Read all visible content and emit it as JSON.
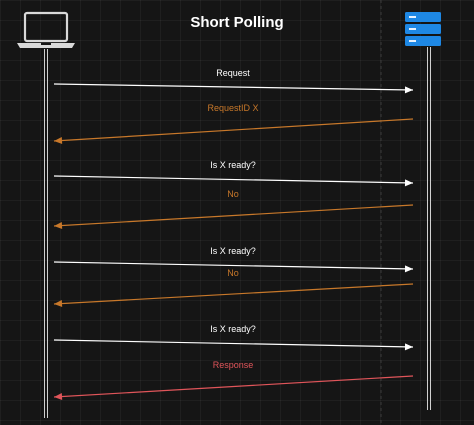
{
  "title": "Short Polling",
  "participants": [
    {
      "role": "client",
      "icon": "laptop-icon"
    },
    {
      "role": "server",
      "icon": "server-icon",
      "color": "#1e88e5"
    }
  ],
  "messages": [
    {
      "label": "Request",
      "direction": "client-to-server",
      "color": "#ffffff"
    },
    {
      "label": "RequestID X",
      "direction": "server-to-client",
      "color": "#c8782a"
    },
    {
      "label": "Is X ready?",
      "direction": "client-to-server",
      "color": "#ffffff"
    },
    {
      "label": "No",
      "direction": "server-to-client",
      "color": "#c8782a"
    },
    {
      "label": "Is X ready?",
      "direction": "client-to-server",
      "color": "#ffffff"
    },
    {
      "label": "No",
      "direction": "server-to-client",
      "color": "#c8782a"
    },
    {
      "label": "Is X ready?",
      "direction": "client-to-server",
      "color": "#ffffff"
    },
    {
      "label": "Response",
      "direction": "server-to-client",
      "color": "#e0555a"
    }
  ]
}
